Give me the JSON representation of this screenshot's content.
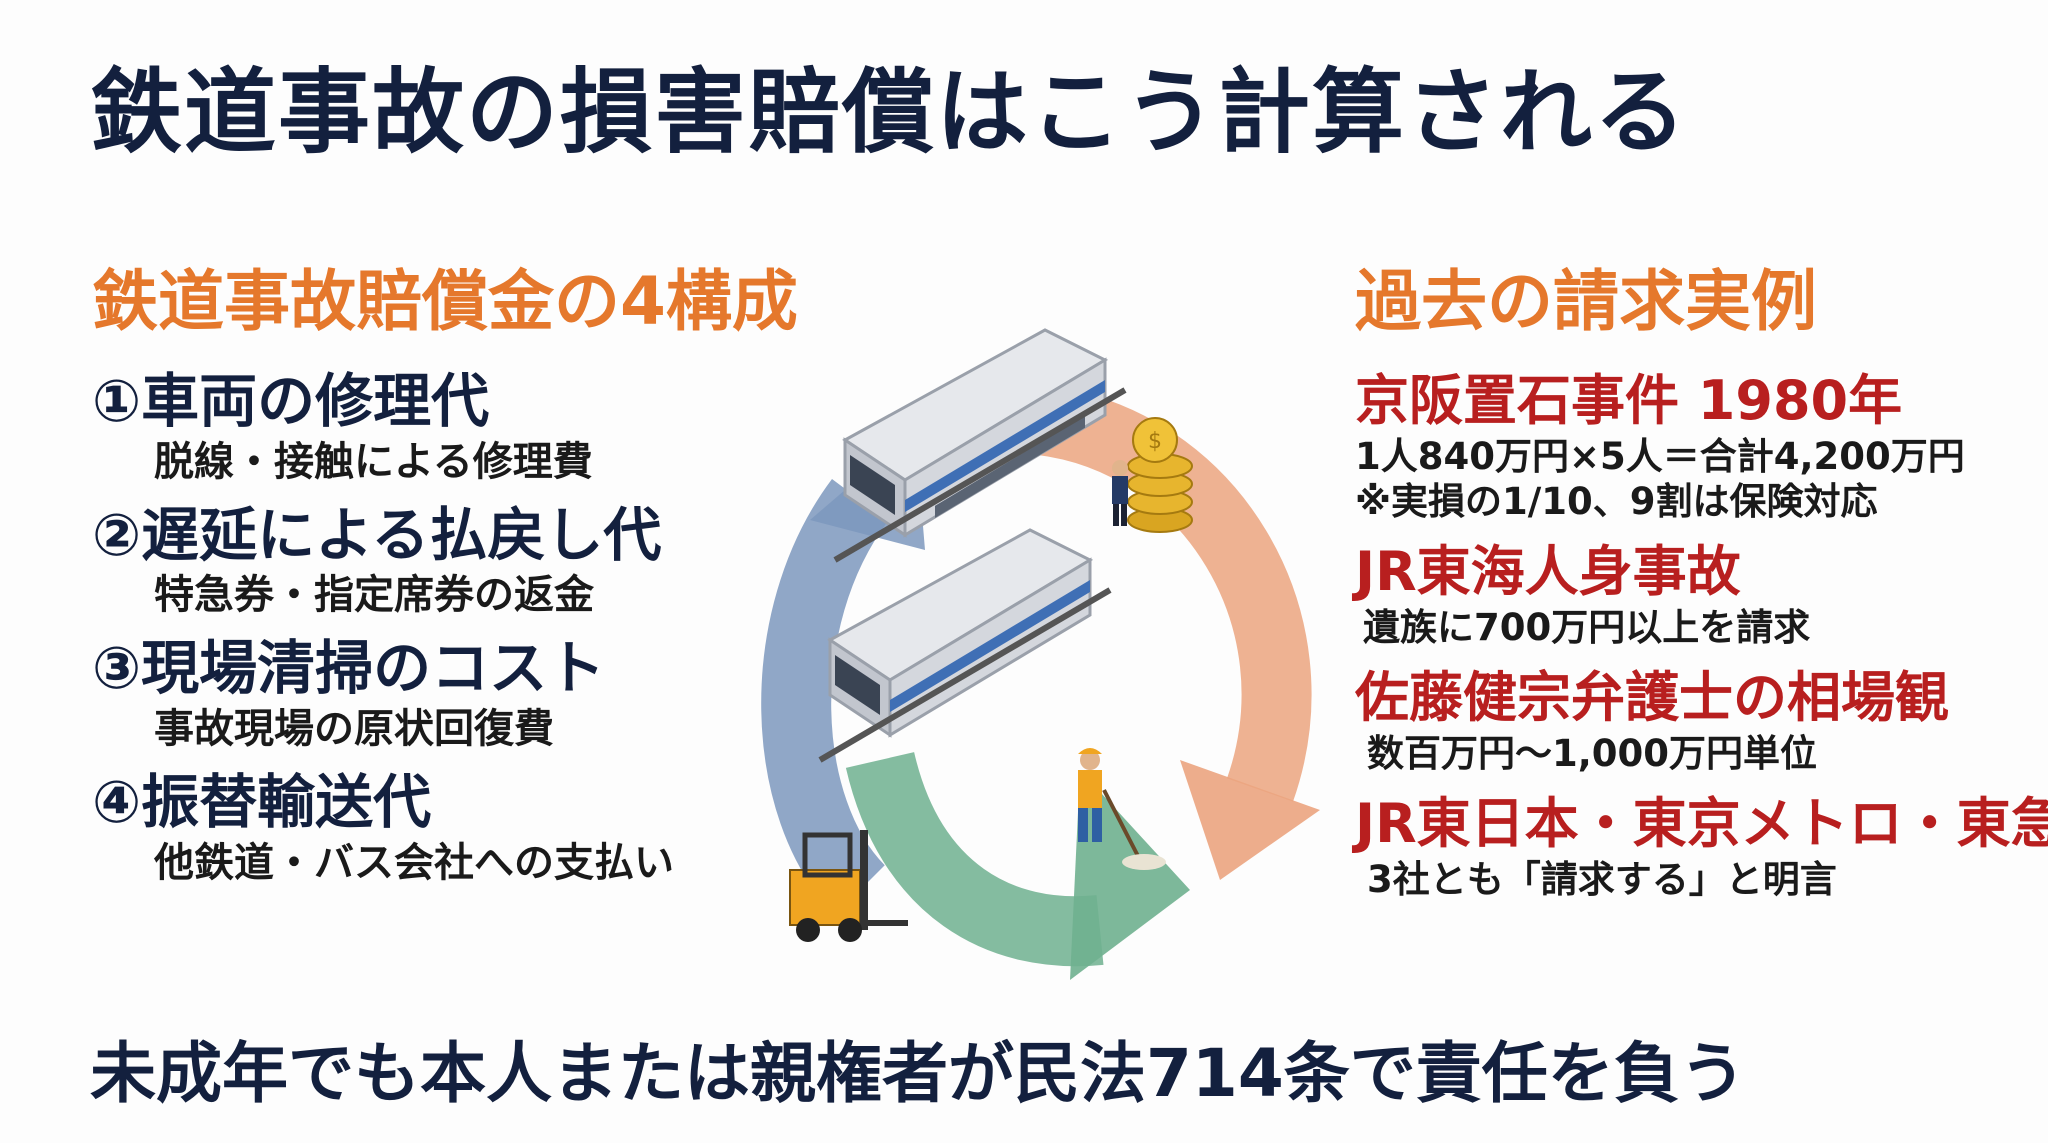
{
  "title": "鉄道事故の損害賠償はこう計算される",
  "left_section": {
    "heading": "鉄道事故賠償金の4構成",
    "items": [
      {
        "title": "①車両の修理代",
        "sub": "脱線・接触による修理費"
      },
      {
        "title": "②遅延による払戻し代",
        "sub": "特急券・指定席券の返金"
      },
      {
        "title": "③現場清掃のコスト",
        "sub": "事故現場の原状回復費"
      },
      {
        "title": "④振替輸送代",
        "sub": "他鉄道・バス会社への支払い"
      }
    ]
  },
  "right_section": {
    "heading": "過去の請求実例",
    "cases": [
      {
        "title": "京阪置石事件 1980年",
        "lines": [
          "1人840万円×5人＝合計4,200万円",
          "※実損の1/10、9割は保険対応"
        ]
      },
      {
        "title": "JR東海人身事故",
        "lines": [
          "遺族に700万円以上を請求"
        ]
      },
      {
        "title": "佐藤健宗弁護士の相場観",
        "lines": [
          "数百万円〜1,000万円単位"
        ]
      },
      {
        "title": "JR東日本・東京メトロ・東急",
        "lines": [
          "3社とも「請求する」と明言"
        ]
      }
    ]
  },
  "bottom_banner": "未成年でも本人または親権者が民法714条で責任を負う",
  "colors": {
    "title": "#13203e",
    "section_heading": "#e5782c",
    "case_title": "#b81f1f",
    "arrow_blue": "#7d98bd",
    "arrow_orange": "#eba47f",
    "arrow_green": "#6fb08f"
  },
  "illustration": {
    "icons": [
      "train-icon",
      "coins-icon",
      "worker-icon",
      "cleaner-icon",
      "forklift-icon"
    ]
  }
}
